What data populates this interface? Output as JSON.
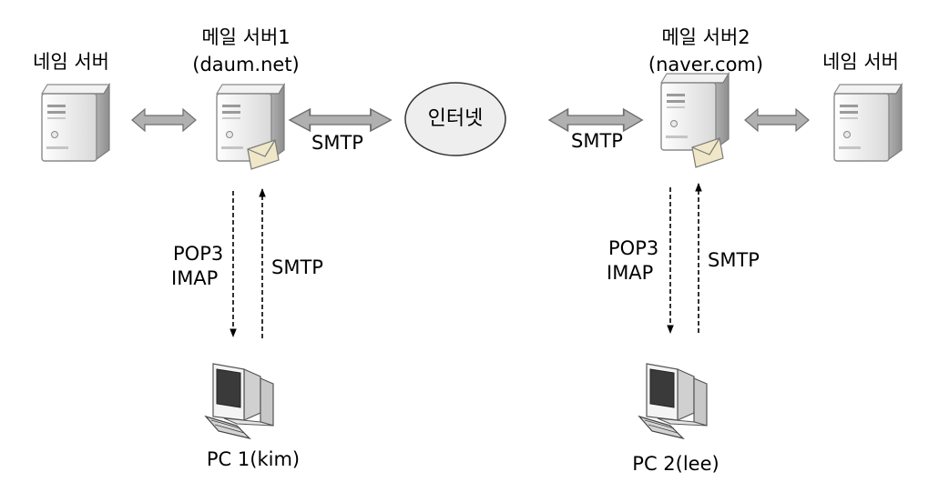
{
  "left_name_server": {
    "label": "네임 서버"
  },
  "mail_server_1": {
    "title": "메일 서버1",
    "domain": "(daum.net)"
  },
  "internet": {
    "label": "인터넷"
  },
  "mail_server_2": {
    "title": "메일 서버2",
    "domain": "(naver.com)"
  },
  "right_name_server": {
    "label": "네임 서버"
  },
  "links": {
    "server1_internet": "SMTP",
    "internet_server2": "SMTP",
    "pc1_retrieve": [
      "POP3",
      "IMAP"
    ],
    "pc1_send": "SMTP",
    "pc2_retrieve": [
      "POP3",
      "IMAP"
    ],
    "pc2_send": "SMTP"
  },
  "pc1": {
    "label": "PC 1(kim)"
  },
  "pc2": {
    "label": "PC 2(lee)"
  },
  "icons": [
    "server-icon",
    "mail-server-icon",
    "envelope-icon",
    "pc-icon",
    "keyboard-icon",
    "double-arrow-icon"
  ],
  "colors": {
    "arrow_fill": "#b0b0b0",
    "arrow_stroke": "#6e6e6e",
    "cloud_fill": "#eeeeee",
    "server_body": "#f4f4f4",
    "envelope": "#efe7c8"
  }
}
